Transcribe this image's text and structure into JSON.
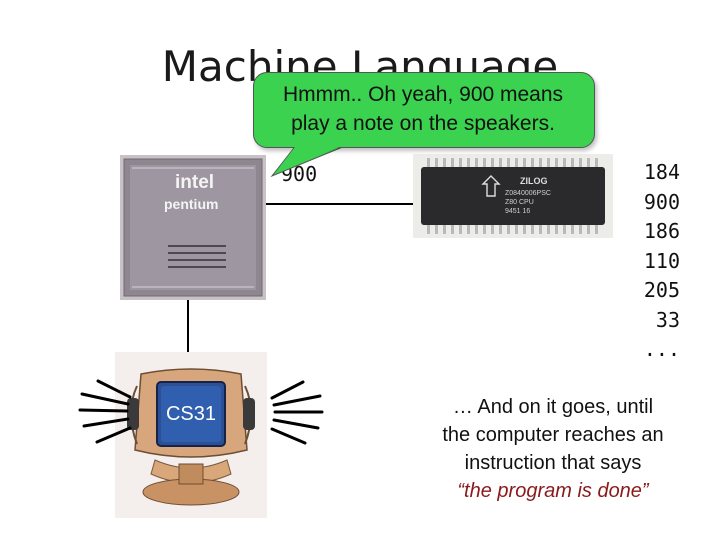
{
  "slide": {
    "title": "Machine Language",
    "bubble_line1": "Hmmm.. Oh yeah, 900 means",
    "bubble_line2": "play a note on the speakers.",
    "bus_value": "900",
    "memory_values": [
      "184",
      "900",
      "186",
      "110",
      "205",
      "33",
      "..."
    ],
    "cpu_brand": "intel",
    "cpu_model": "pentium",
    "chip_brand": "ZILOG",
    "chip_text": [
      "Z0840006PSC",
      "Z80 CPU",
      "9451    16"
    ],
    "monitor_label": "CS31",
    "caption_line1": "… And on it goes, until",
    "caption_line2": "the computer reaches an",
    "caption_line3": "instruction that says",
    "caption_emphasis": "“the program is done”"
  },
  "colors": {
    "bubble": "#3ad24f",
    "emphasis": "#8a1a1a"
  }
}
